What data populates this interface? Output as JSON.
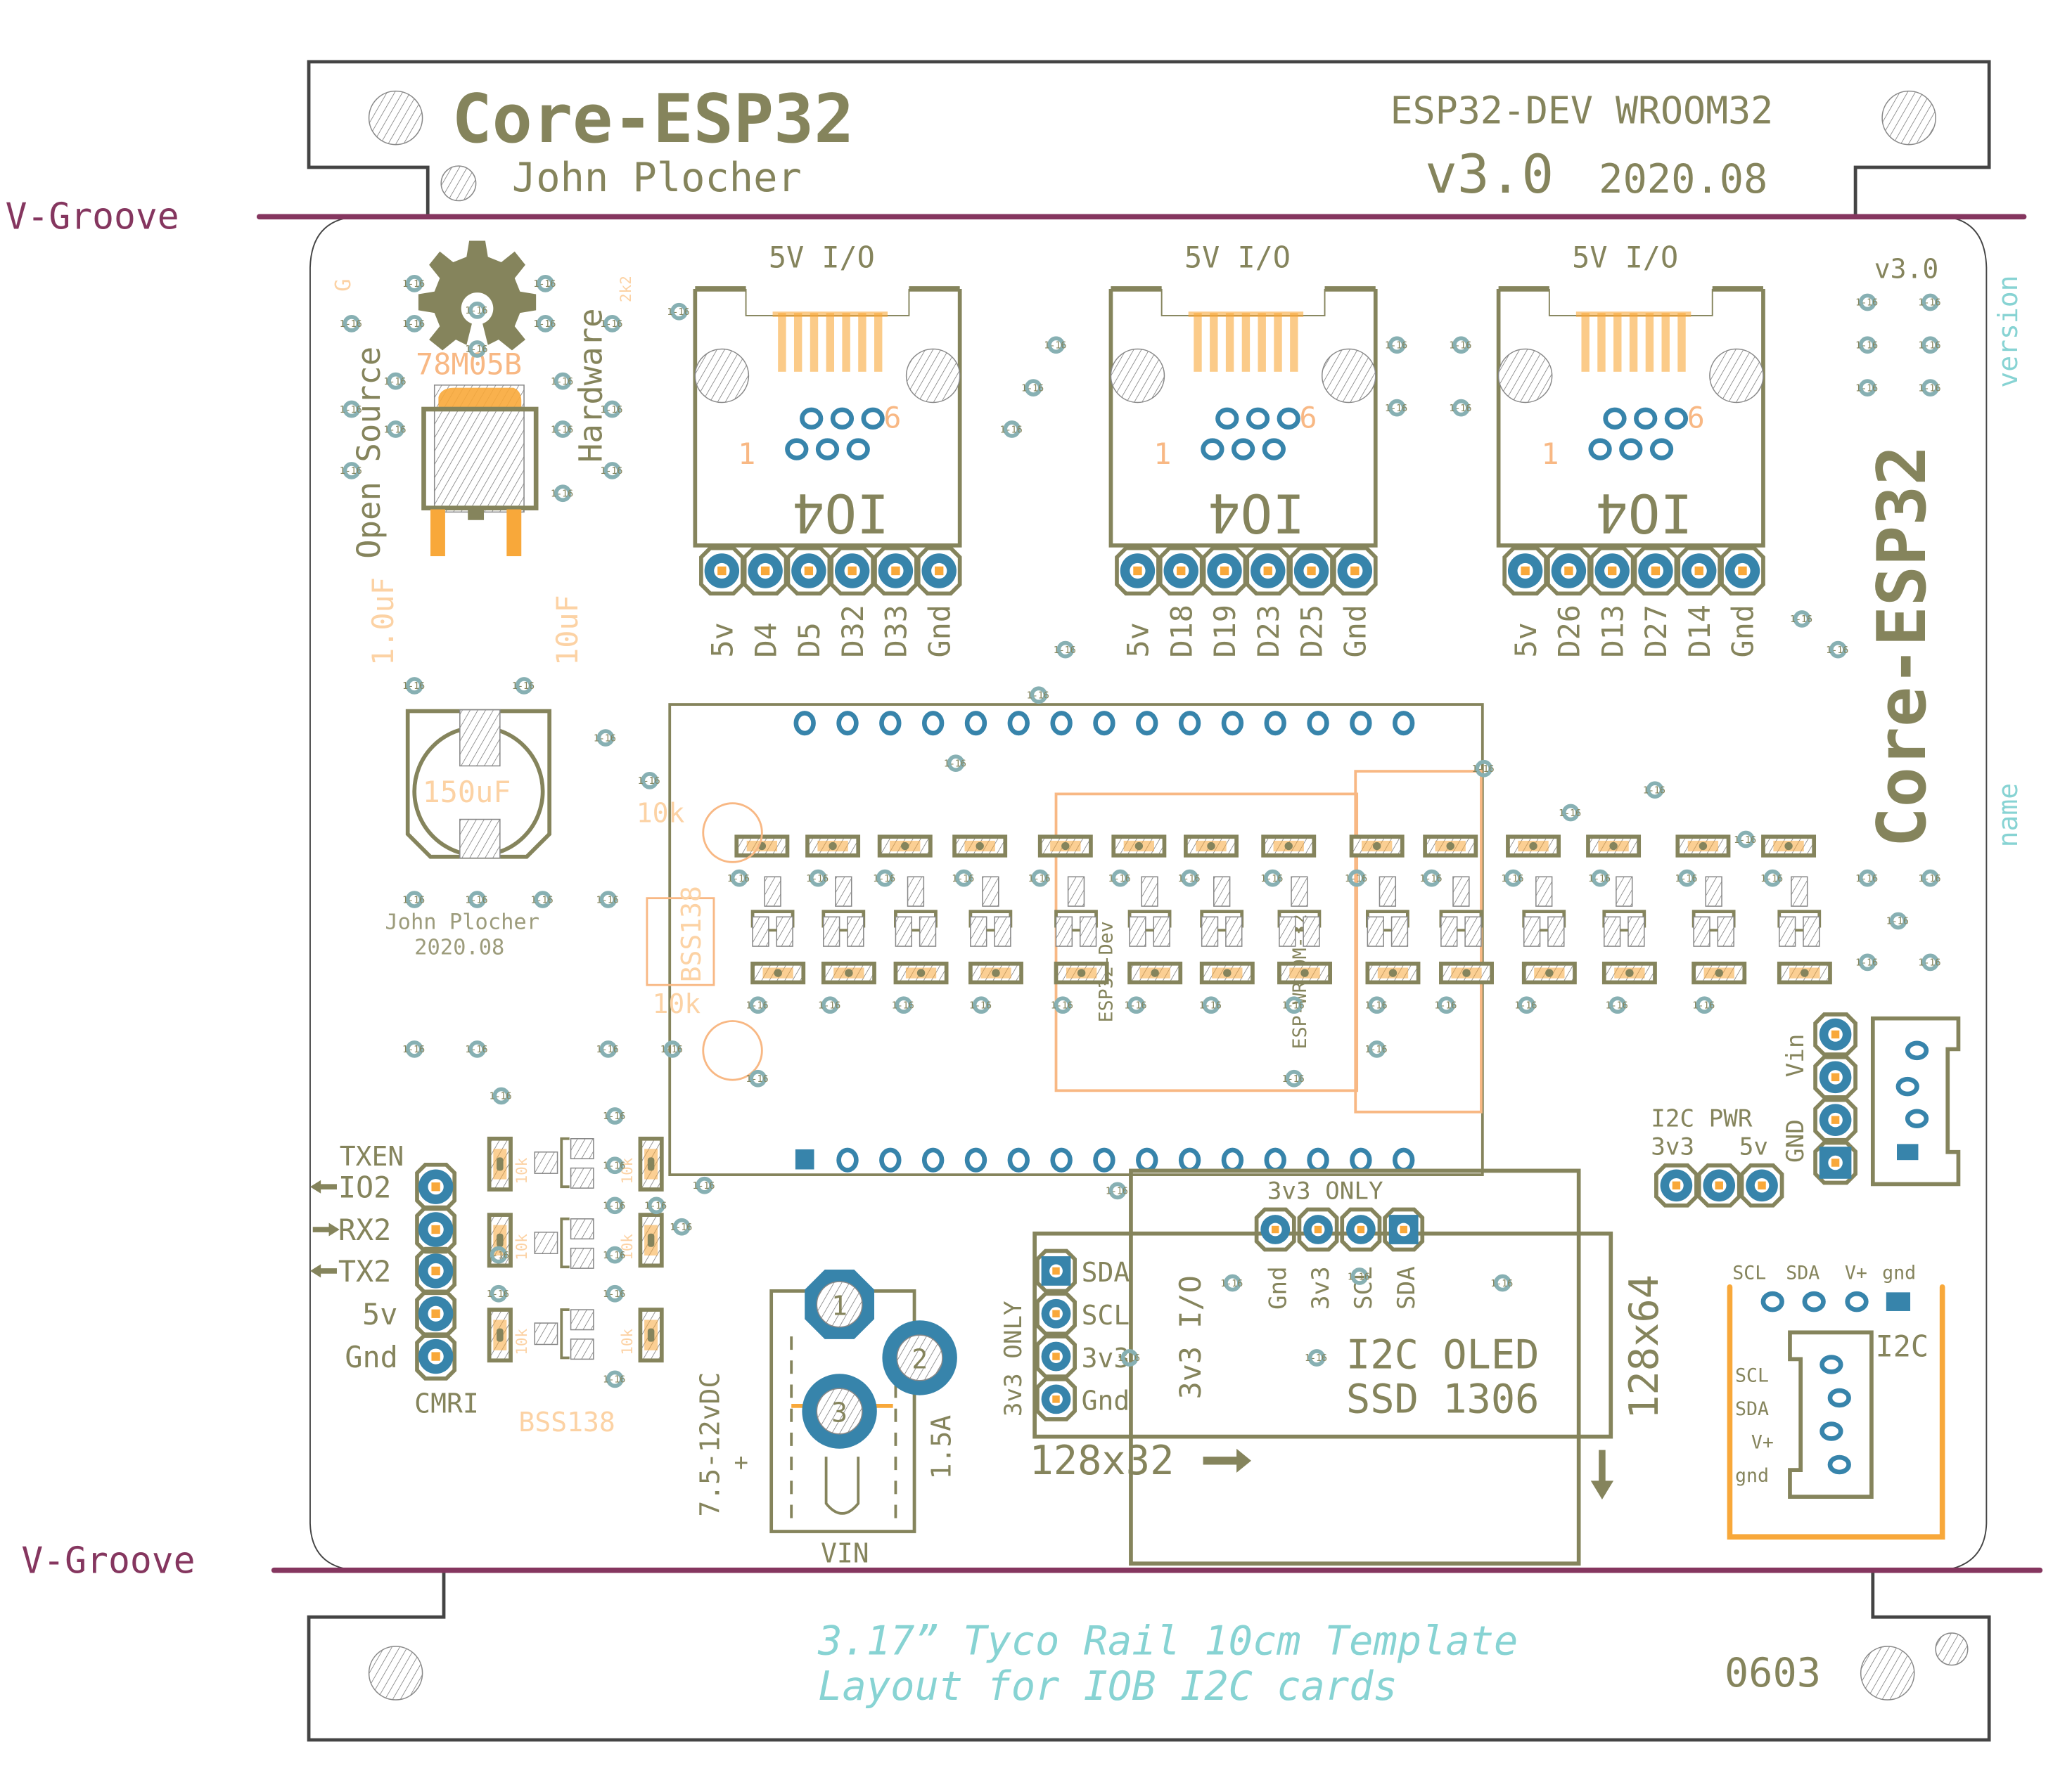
{
  "board": {
    "title": "Core-ESP32",
    "author": "John Plocher",
    "module": "ESP32-DEV WROOM32",
    "version": "v3.0",
    "date": "2020.08",
    "side_title": "Core-ESP32",
    "version_small": "v3.0",
    "layer_labels": {
      "version": "version",
      "name": "name"
    }
  },
  "vgroove": {
    "top": "V-Groove",
    "bottom": "V-Groove"
  },
  "rails": {
    "bottom_line1": "3.17” Tyco Rail 10cm Template",
    "bottom_line2": "Layout for IOB I2C cards",
    "size_code": "0603"
  },
  "logo": {
    "left": "Open Source",
    "right": "Hardware",
    "g_label": "G",
    "r_label": "2k2"
  },
  "regulator": {
    "part": "78M05B",
    "cap_in": "1.0uF",
    "cap_out": "10uF",
    "bulk_cap": "150uF"
  },
  "credits": {
    "name": "John Plocher",
    "date": "2020.08"
  },
  "io_ports": [
    {
      "heading": "5V I/O",
      "name": "IO4",
      "pin1": "1",
      "pin6": "6",
      "pins": [
        "5v",
        "D4",
        "D5",
        "D32",
        "D33",
        "Gnd"
      ]
    },
    {
      "heading": "5V I/O",
      "name": "IO4",
      "pin1": "1",
      "pin6": "6",
      "pins": [
        "5v",
        "D18",
        "D19",
        "D23",
        "D25",
        "Gnd"
      ]
    },
    {
      "heading": "5V I/O",
      "name": "IO4",
      "pin1": "1",
      "pin6": "6",
      "pins": [
        "5v",
        "D26",
        "D13",
        "D27",
        "D14",
        "Gnd"
      ]
    }
  ],
  "level_shifter": {
    "part": "BSS138",
    "r_top": "10k",
    "r_bottom": "10k",
    "module_label_1": "ESP32-Dev",
    "module_label_2": "ESP-WROOM-32"
  },
  "cmri": {
    "title": "CMRI",
    "txen": "TXEN",
    "pins": [
      "IO2",
      "RX2",
      "TX2",
      "5v",
      "Gnd"
    ],
    "shifter": "BSS138",
    "resistor": "10k"
  },
  "power": {
    "voltage": "7.5-12vDC",
    "current": "1.5A",
    "label": "VIN",
    "polarity": "+",
    "pins": [
      "1",
      "2",
      "3"
    ]
  },
  "oled": {
    "title": "I2C OLED",
    "chip": "SSD 1306",
    "only_top": "3v3 ONLY",
    "top_pins": [
      "Gnd",
      "3v3",
      "SCL",
      "SDA"
    ],
    "only_side": "3v3 ONLY",
    "side_pins": [
      "SDA",
      "SCL",
      "3v3",
      "Gnd"
    ],
    "io_label": "3v3 I/O",
    "size_small": "128x32",
    "size_large": "128x64"
  },
  "i2c_pwr": {
    "title": "I2C PWR",
    "left": "3v3",
    "right": "5v"
  },
  "vin_header": {
    "top": "Vin",
    "bottom": "GND"
  },
  "i2c_port": {
    "title": "I2C",
    "top_pins": [
      "SCL",
      "SDA",
      "V+",
      "gnd"
    ],
    "side_pins": [
      "SCL",
      "SDA",
      "V+",
      "gnd"
    ]
  },
  "via_label": "1-16",
  "colors": {
    "silkscreen": "#85845c",
    "pad": "#3784ab",
    "copper": "#f8a83a",
    "via": "#87b0b3",
    "vgroove": "#85365f",
    "docu": "#87d3d3"
  }
}
